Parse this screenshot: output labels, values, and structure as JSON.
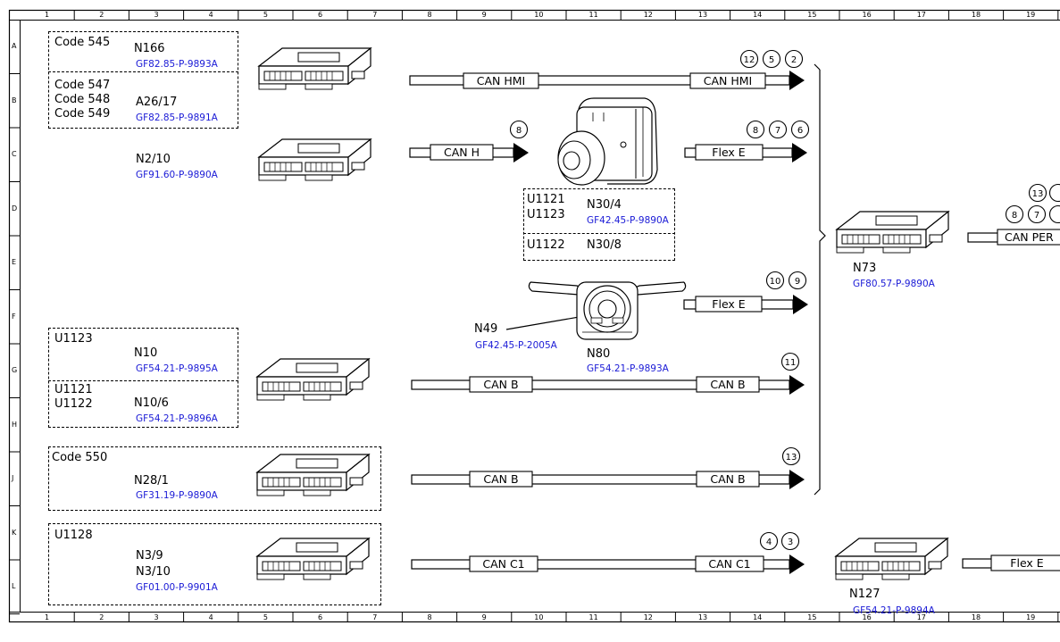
{
  "ruler": {
    "columns": [
      "1",
      "2",
      "3",
      "4",
      "5",
      "6",
      "7",
      "8",
      "9",
      "10",
      "11",
      "12",
      "13",
      "14",
      "15",
      "16",
      "17",
      "18",
      "19"
    ],
    "rows": [
      "A",
      "B",
      "C",
      "D",
      "E",
      "F",
      "G",
      "H",
      "J",
      "K",
      "L"
    ]
  },
  "groups": {
    "g1": {
      "code_a": "Code 545",
      "code_b": [
        "Code 547",
        "Code 548",
        "Code 549"
      ],
      "unit_a": "N166",
      "ref_a": "GF82.85-P-9893A",
      "unit_b": "A26/17",
      "ref_b": "GF82.85-P-9891A"
    },
    "g2": {
      "unit": "N2/10",
      "ref": "GF91.60-P-9890A"
    },
    "g3": {
      "code_a": [
        "U1121",
        "U1123"
      ],
      "unit_a": "N30/4",
      "ref_a": "GF42.45-P-9890A",
      "code_b": "U1122",
      "unit_b": "N30/8"
    },
    "g4": {
      "unit": "N49",
      "ref": "GF42.45-P-2005A"
    },
    "g5": {
      "unit": "N80",
      "ref": "GF54.21-P-9893A"
    },
    "g6": {
      "code_a": "U1123",
      "unit_a": "N10",
      "ref_a": "GF54.21-P-9895A",
      "code_b": [
        "U1121",
        "U1122"
      ],
      "unit_b": "N10/6",
      "ref_b": "GF54.21-P-9896A"
    },
    "g7": {
      "code": "Code 550",
      "unit": "N28/1",
      "ref": "GF31.19-P-9890A"
    },
    "g8": {
      "code": "U1128",
      "unit_a": "N3/9",
      "unit_b": "N3/10",
      "ref": "GF01.00-P-9901A"
    },
    "g9": {
      "unit": "N73",
      "ref": "GF80.57-P-9890A"
    },
    "g10": {
      "unit": "N127",
      "ref": "GF54.21-P-9894A"
    }
  },
  "connections": {
    "c1": {
      "left": "CAN HMI",
      "right": "CAN HMI",
      "badges": [
        "12",
        "5",
        "2"
      ]
    },
    "c2": {
      "left": "CAN H",
      "badges": [
        "8"
      ]
    },
    "c3": {
      "left": "Flex E",
      "badges": [
        "8",
        "7",
        "6"
      ]
    },
    "c4": {
      "left": "Flex E",
      "badges": [
        "10",
        "9"
      ]
    },
    "c5": {
      "left": "CAN B",
      "right": "CAN B",
      "badges": [
        "11"
      ]
    },
    "c6": {
      "left": "CAN B",
      "right": "CAN B",
      "badges": [
        "13"
      ]
    },
    "c7": {
      "left": "CAN C1",
      "right": "CAN C1",
      "badges": [
        "4",
        "3"
      ]
    },
    "c8": {
      "left": "CAN PER",
      "badges": [
        "8",
        "7",
        "13"
      ]
    },
    "c9": {
      "left": "Flex E"
    }
  }
}
